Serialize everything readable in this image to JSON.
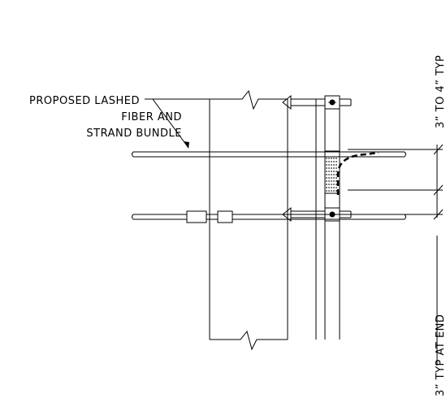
{
  "callout": {
    "line1": "PROPOSED LASHED",
    "line2": "FIBER AND",
    "line3": "STRAND BUNDLE"
  },
  "dimensions": {
    "spacing_label": "3” TO 4” TYP",
    "end_label": "3” TYP AT END"
  }
}
